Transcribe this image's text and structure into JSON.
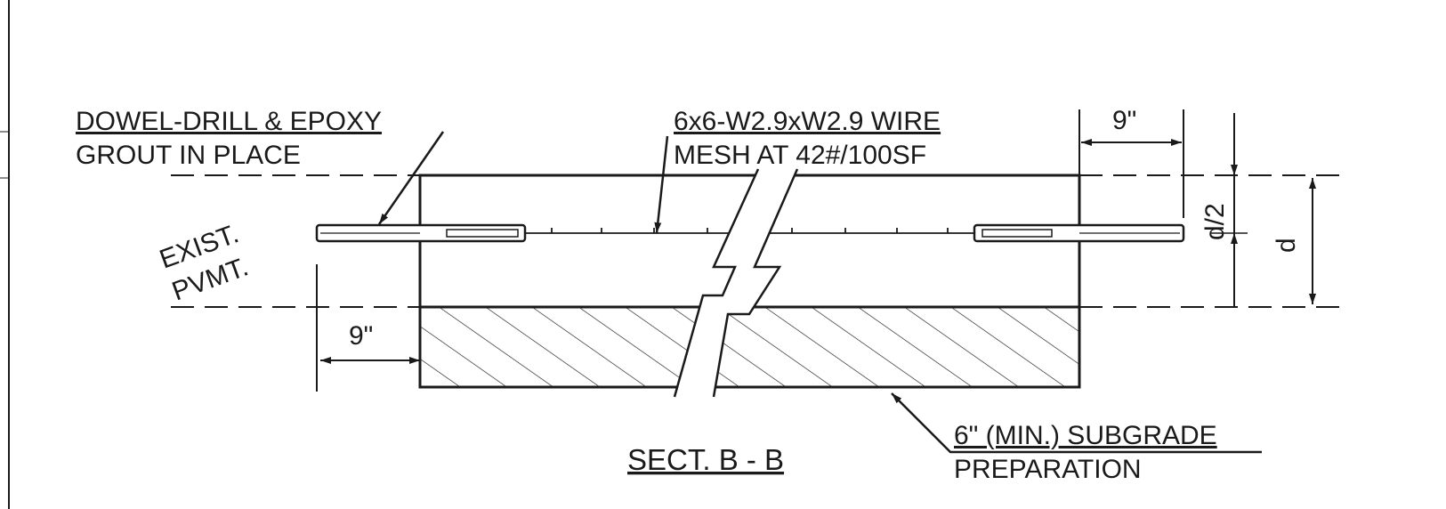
{
  "drawing": {
    "title": "SECT. B - B",
    "labels": {
      "dowel_line1": "DOWEL-DRILL & EPOXY",
      "dowel_line2": "GROUT IN PLACE",
      "mesh_line1": "6x6-W2.9xW2.9 WIRE",
      "mesh_line2": "MESH AT 42#/100SF",
      "exist_line1": "EXIST.",
      "exist_line2": "PVMT.",
      "subgrade_line1": "6\" (MIN.) SUBGRADE",
      "subgrade_line2": "PREPARATION"
    },
    "dimensions": {
      "left_dowel_embed": "9\"",
      "right_dowel_embed": "9\"",
      "half_depth": "d/2",
      "depth": "d"
    }
  },
  "colors": {
    "ink": "#1a1a1a",
    "paper": "#ffffff"
  }
}
